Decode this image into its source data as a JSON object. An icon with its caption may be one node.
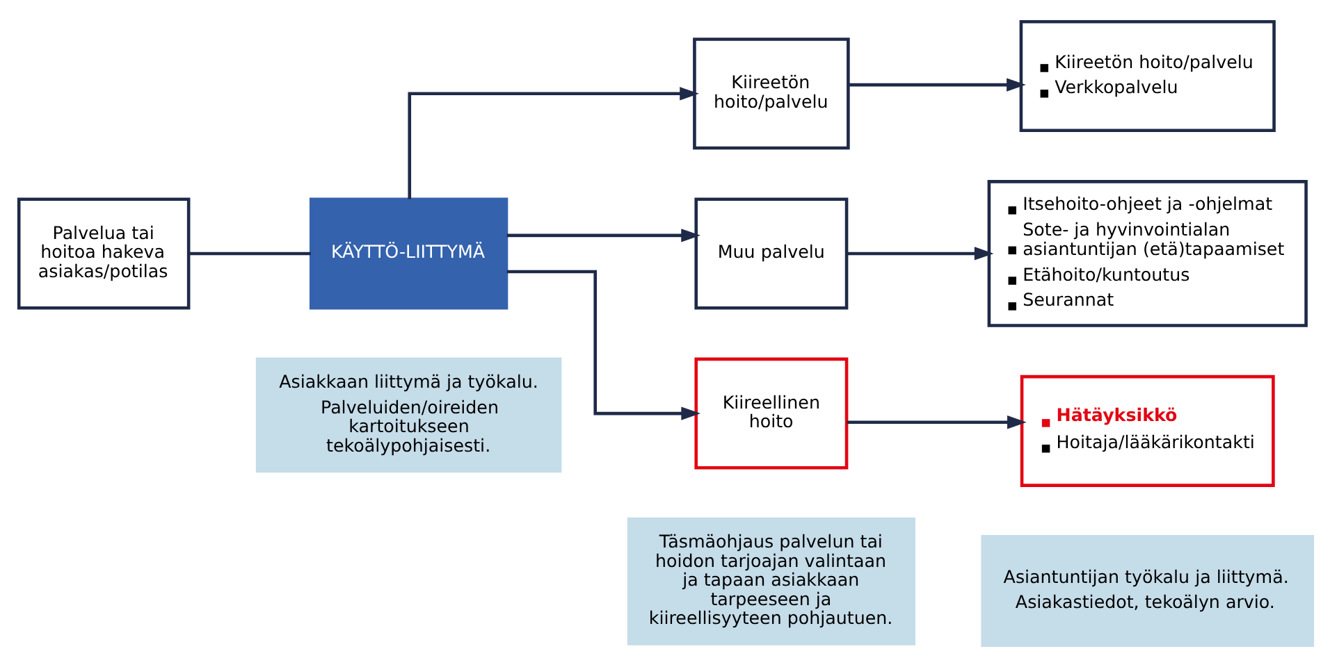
{
  "diagram": {
    "nodes": [
      {
        "text": [
          "Palvelua tai hoitoa hakeva asiakas/potilas"
        ]
      },
      {
        "text": [
          "KÄYTTÖ-LIITTYMÄ"
        ]
      },
      {
        "text": [
          "Kiireetön hoito/palvelu"
        ]
      },
      {
        "text": [
          "Kiireetön hoito/palvelu",
          "Verkkopalvelu"
        ]
      },
      {
        "text": [
          "Muu palvelu"
        ]
      },
      {
        "text": [
          "Itsehoito-ohjeet ja -ohjelmat",
          "Sote- ja hyvinvointialan asiantuntijan (etä)tapaamiset",
          "Etähoito/kuntoutus",
          "Seurannat"
        ]
      },
      {
        "text": [
          "Kiireellinen hoito"
        ]
      },
      {
        "text": [
          "Hätäyksikkö",
          "Hoitaja/lääkärikontakti"
        ]
      },
      {
        "text": [
          "Asiakkaan liittymä ja työkalu.",
          "Palveluiden/oireiden kartoitukseen tekoälypohjaisesti."
        ]
      },
      {
        "text": [
          "Täsmäohjaus palvelun tai hoidon tarjoajan valintaan ja tapaan asiakkaan tarpeeseen ja kiireellisyyteen pohjautuen."
        ]
      },
      {
        "text": [
          "Asiantuntijan työkalu ja liittymä.",
          "Asiakastiedot, tekoälyn arvio."
        ]
      }
    ],
    "edges": [
      {
        "from": 0,
        "to": 1,
        "arrow": "none"
      },
      {
        "from": 1,
        "to": 2,
        "arrow": "to"
      },
      {
        "from": 1,
        "to": 4,
        "arrow": "to"
      },
      {
        "from": 1,
        "to": 6,
        "arrow": "to"
      },
      {
        "from": 2,
        "to": 3,
        "arrow": "to"
      },
      {
        "from": 4,
        "to": 5,
        "arrow": "to"
      },
      {
        "from": 6,
        "to": 7,
        "arrow": "to"
      }
    ]
  }
}
